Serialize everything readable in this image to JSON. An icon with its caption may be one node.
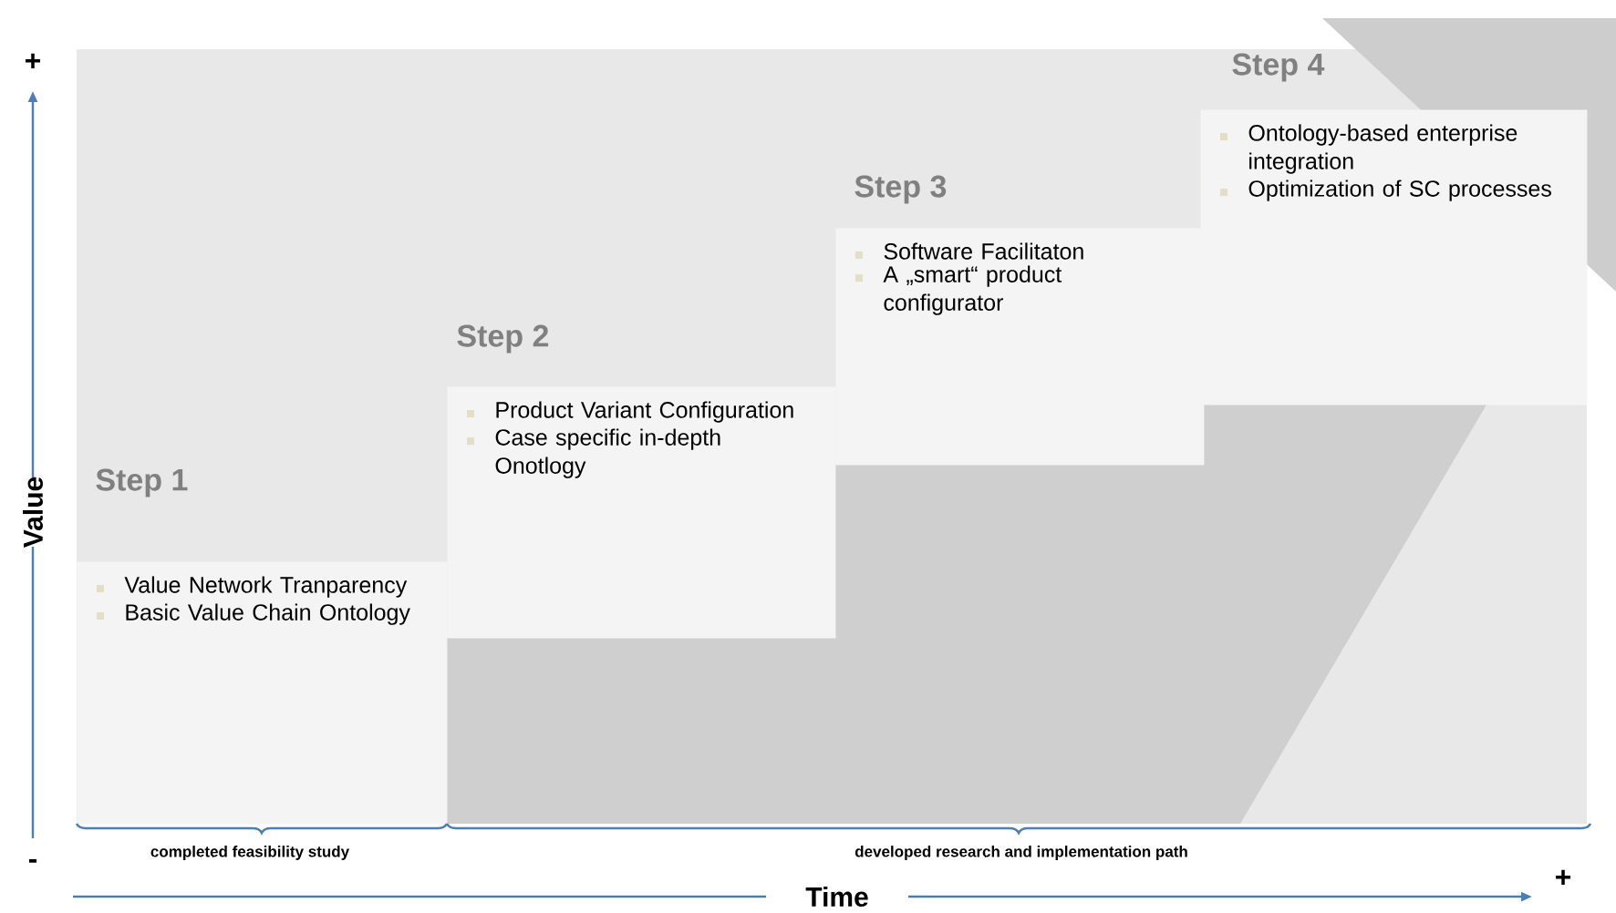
{
  "diagram": {
    "nodes": [
      {
        "text": [
          "Step 1",
          "Value Network Tranparency",
          "Basic Value Chain Ontology"
        ]
      },
      {
        "text": [
          "Step 2",
          "Product Variant Configuration",
          "Case specific in-depth Onotlogy"
        ]
      },
      {
        "text": [
          "Step 3",
          "Software Facilitaton",
          "A „smart“ product configurator"
        ]
      },
      {
        "text": [
          "Step 4",
          "Ontology-based enterprise integration",
          "Optimization of SC processes"
        ]
      }
    ],
    "labels": [
      "+",
      "Value",
      "-",
      "completed feasibility study",
      "developed research and implementation path",
      "Time",
      "+"
    ]
  }
}
